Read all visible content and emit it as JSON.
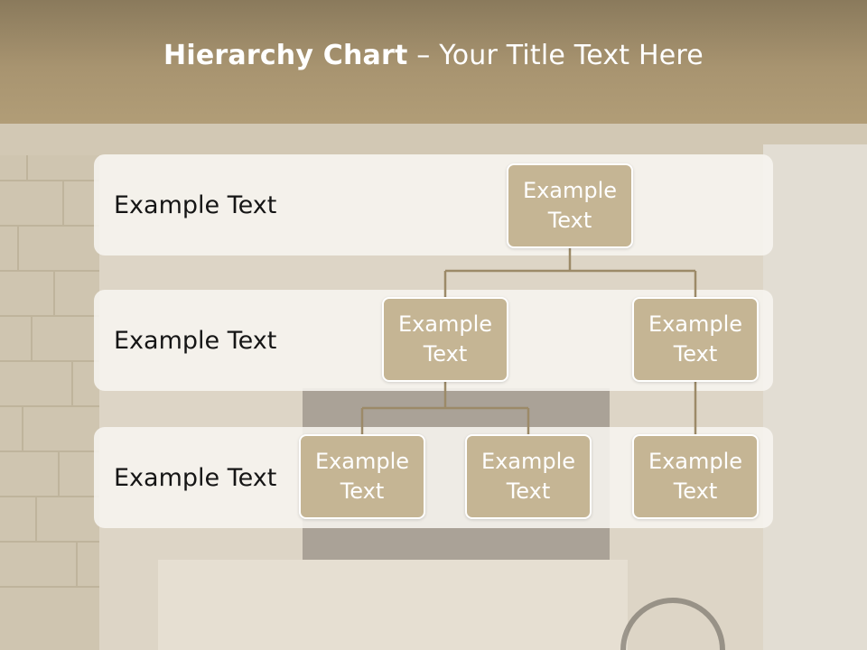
{
  "header": {
    "title_bold": "Hierarchy Chart",
    "title_rest": " – Your Title Text Here"
  },
  "levels": [
    {
      "label": "Example Text"
    },
    {
      "label": "Example Text"
    },
    {
      "label": "Example Text"
    }
  ],
  "nodes": {
    "root": "Example Text",
    "child_left": "Example Text",
    "child_right": "Example Text",
    "grandchild_1": "Example Text",
    "grandchild_2": "Example Text",
    "grandchild_3": "Example Text"
  },
  "colors": {
    "header": "#a89470",
    "node_fill": "#c5b594",
    "connector": "#9c8a68"
  }
}
